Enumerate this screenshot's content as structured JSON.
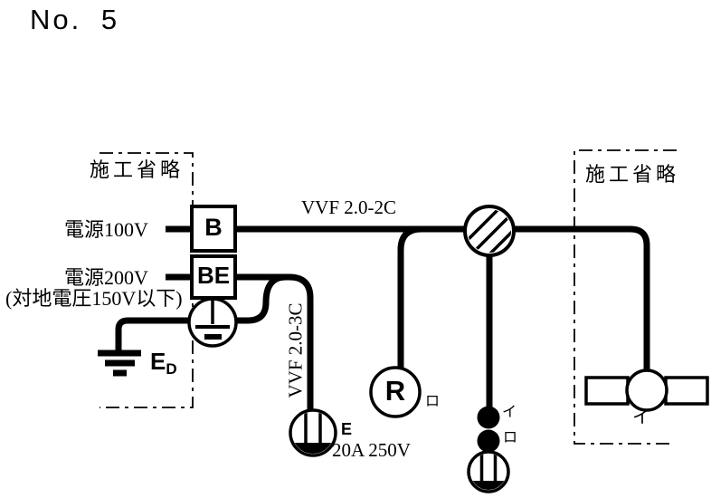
{
  "title": "No. 5",
  "colors": {
    "ink": "#000000",
    "background": "#ffffff"
  },
  "labels": {
    "omitted_left": "施工省略",
    "omitted_right": "施工省略",
    "power_100v": "電源100V",
    "power_200v": "電源200V",
    "voltage_note": "(対地電圧150V以下)",
    "cable_horizontal": "VVF 2.0-2C",
    "cable_vertical": "VVF 2.0-3C",
    "breaker_b": "B",
    "breaker_be": "BE",
    "earth_e": "E",
    "earth_e_sub": "D",
    "receptacle_letter": "R",
    "receptacle_circuit": "ロ",
    "switch_top_circuit": "イ",
    "switch_bottom_circuit": "ロ",
    "outlet_earth": "E",
    "outlet_rating": "20A 250V",
    "light_circuit": "イ"
  }
}
